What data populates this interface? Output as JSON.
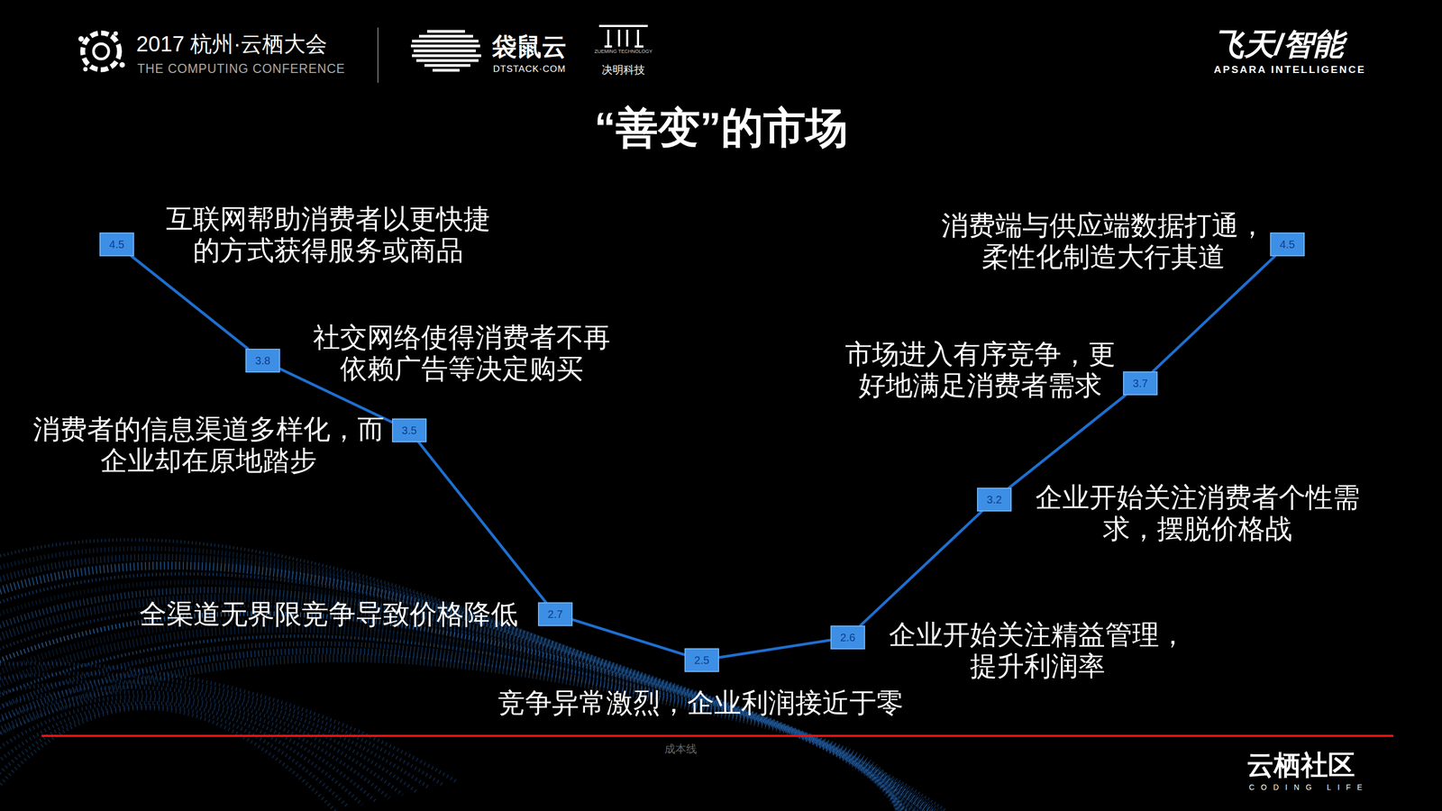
{
  "diagram": {
    "title": "“善变”的市场",
    "nodes": [
      {
        "text": [
          "4.5"
        ]
      },
      {
        "text": [
          "3.8"
        ]
      },
      {
        "text": [
          "3.5"
        ]
      },
      {
        "text": [
          "2.7"
        ]
      },
      {
        "text": [
          "2.5"
        ]
      },
      {
        "text": [
          "2.6"
        ]
      },
      {
        "text": [
          "3.2"
        ]
      },
      {
        "text": [
          "3.7"
        ]
      },
      {
        "text": [
          "4.5"
        ]
      }
    ],
    "edges": [
      {
        "from": 0,
        "to": 1,
        "arrow": "none"
      },
      {
        "from": 1,
        "to": 2,
        "arrow": "none"
      },
      {
        "from": 2,
        "to": 3,
        "arrow": "none"
      },
      {
        "from": 3,
        "to": 4,
        "arrow": "none"
      },
      {
        "from": 4,
        "to": 5,
        "arrow": "none"
      },
      {
        "from": 5,
        "to": 6,
        "arrow": "none"
      },
      {
        "from": 6,
        "to": 7,
        "arrow": "none"
      },
      {
        "from": 7,
        "to": 8,
        "arrow": "none"
      }
    ],
    "labels": [
      "2017 杭州·云栖大会",
      "THE COMPUTING CONFERENCE",
      "袋鼠云",
      "DTSTACK·COM",
      "ZUEMING TECHNOLOGY",
      "决明科技",
      "飞天/智能",
      "APSARA INTELLIGENCE",
      "互联网帮助消费者以更快捷的方式获得服务或商品",
      "社交网络使得消费者不再依赖广告等决定购买",
      "消费者的信息渠道多样化，而企业却在原地踏步",
      "全渠道无界限竞争导致价格降低",
      "竞争异常激烈，企业利润接近于零",
      "企业开始关注精益管理，提升利润率",
      "企业开始关注消费者个性需求，摆脱价格战",
      "市场进入有序竞争，更好地满足消费者需求",
      "消费端与供应端数据打通，柔性化制造大行其道",
      "成本线",
      "云栖社区",
      "CODING LIFE"
    ]
  }
}
